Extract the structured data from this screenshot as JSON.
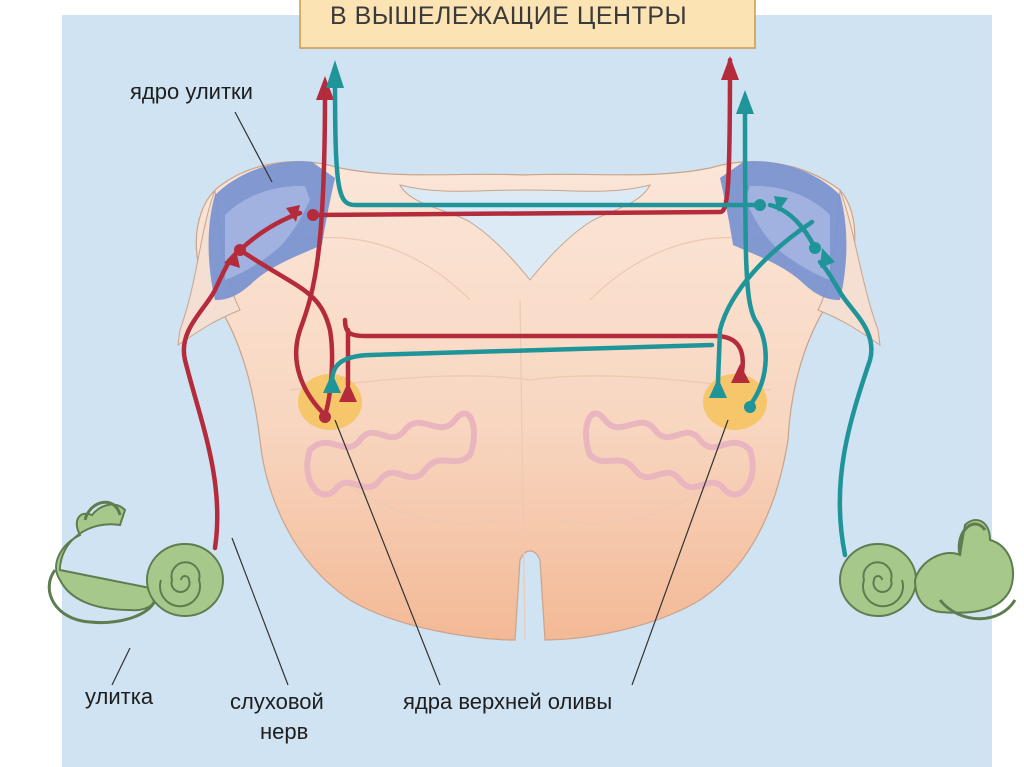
{
  "header": {
    "title": "В ВЫШЕЛЕЖАЩИЕ ЦЕНТРЫ"
  },
  "labels": {
    "cochlear_nucleus": "ядро улитки",
    "cochlea": "улитка",
    "auditory_nerve_line1": "слуховой",
    "auditory_nerve_line2": "нерв",
    "superior_olive": "ядра верхней оливы"
  },
  "colors": {
    "background": "#cfe3f2",
    "title_box": "#fbe3b4",
    "brainstem": "#f7d1b3",
    "cochlear_nucleus": "#7b93d0",
    "olive": "#f6c66a",
    "ipsilateral_pathway": "#b42c3c",
    "contralateral_pathway": "#1f9499",
    "cochlea": "#a6c98b"
  }
}
